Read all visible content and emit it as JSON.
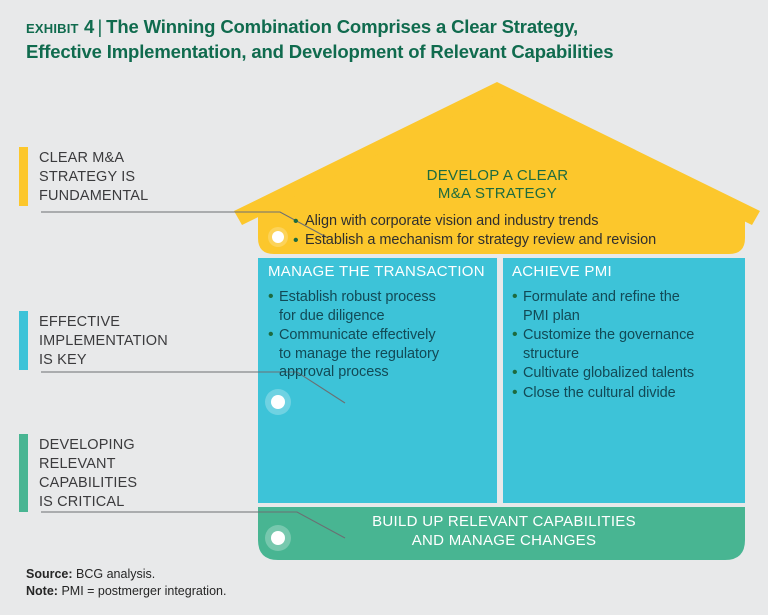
{
  "exhibit": {
    "label": "Exhibit 4",
    "separator": "|",
    "title_line_1": "The Winning Combination Comprises a Clear Strategy,",
    "title_line_2": "Effective Implementation, and Development of Relevant Capabilities"
  },
  "colors": {
    "background": "#e8e9ea",
    "title_green": "#106b4e",
    "roof_yellow": "#fcc72c",
    "body_teal": "#3dc3d8",
    "footer_green": "#48b592",
    "bullet_green": "#1d6b3f",
    "bullet_text_teal": "#124a56",
    "label_gray": "#3b3b3d",
    "connector_gray": "#6b6f73"
  },
  "callouts": [
    {
      "id": "strategy",
      "text": "CLEAR M&A\nSTRATEGY IS\nFUNDAMENTAL",
      "accent": "#fcc72c"
    },
    {
      "id": "implementation",
      "text": "EFFECTIVE\nIMPLEMENTATION\nIS KEY",
      "accent": "#3dc3d8"
    },
    {
      "id": "capabilities",
      "text": "DEVELOPING\nRELEVANT\nCAPABILITIES\nIS CRITICAL",
      "accent": "#48b592"
    }
  ],
  "house": {
    "roof": {
      "heading_line_1": "DEVELOP A CLEAR",
      "heading_line_2": "M&A STRATEGY",
      "bullets": [
        "Align with corporate vision and industry trends",
        "Establish a mechanism for strategy review and revision"
      ]
    },
    "columns": [
      {
        "heading": "MANAGE THE TRANSACTION",
        "bullets": [
          "Establish robust process\nfor due diligence",
          "Communicate effectively\nto manage the regulatory\napproval process"
        ]
      },
      {
        "heading": "ACHIEVE PMI",
        "bullets": [
          "Formulate and refine the\nPMI plan",
          "Customize the governance\nstructure",
          "Cultivate globalized talents",
          "Close the cultural divide"
        ]
      }
    ],
    "foundation": {
      "text": "BUILD UP RELEVANT CAPABILITIES\nAND MANAGE CHANGES"
    }
  },
  "footnotes": {
    "source_label": "Source:",
    "source_text": "BCG analysis.",
    "note_label": "Note:",
    "note_text": "PMI = postmerger integration."
  },
  "bullet_glyph": "•"
}
